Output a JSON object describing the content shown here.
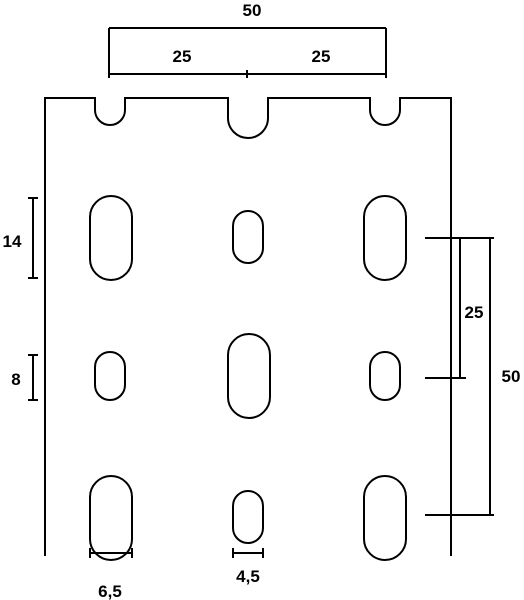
{
  "diagram": {
    "labels": {
      "total_width": "50",
      "half_left": "25",
      "half_right": "25",
      "slot_height_large": "14",
      "slot_height_small": "8",
      "row_pitch": "25",
      "total_pitch": "50",
      "slot_width_large": "6,5",
      "slot_width_small": "4,5"
    },
    "colors": {
      "line": "#000000",
      "background": "#ffffff"
    }
  }
}
